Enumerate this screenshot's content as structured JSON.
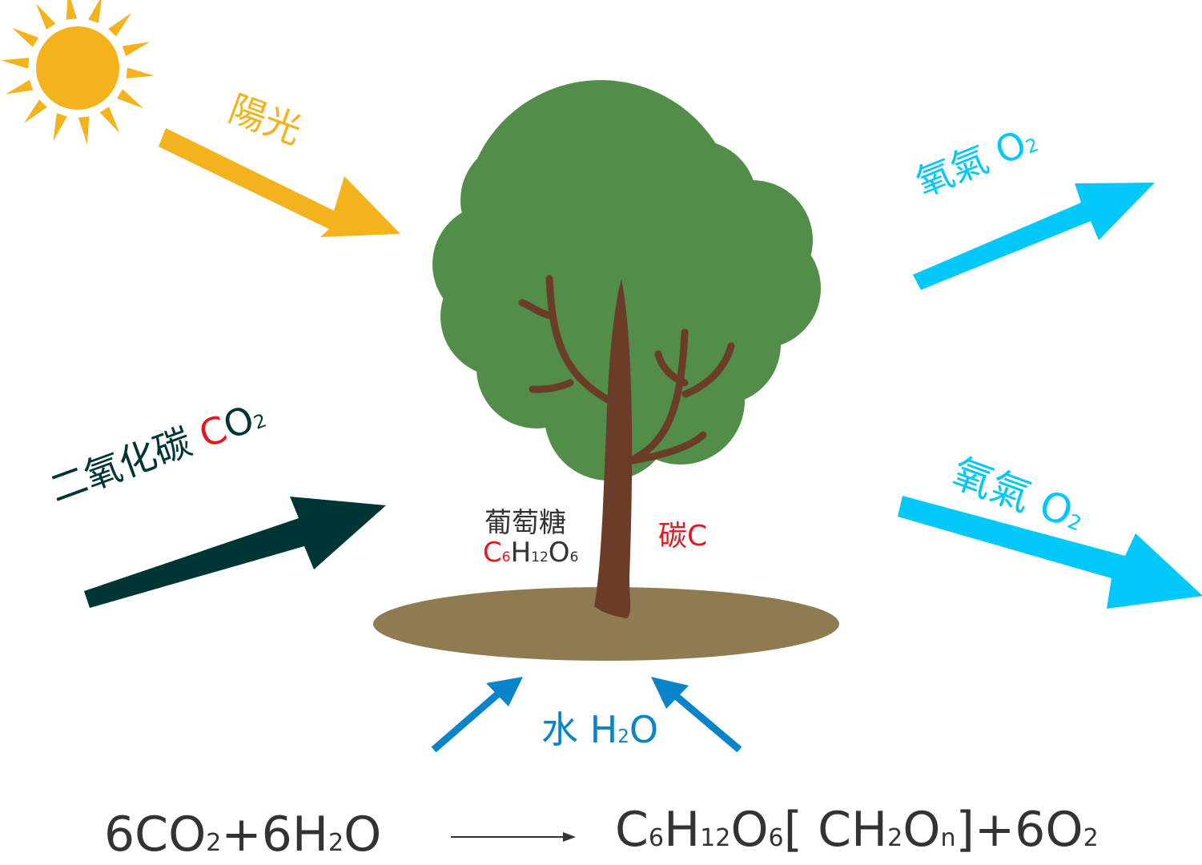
{
  "colors": {
    "sun": "#f4b21c",
    "co2_arrow": "#003535",
    "oxygen": "#00c8f8",
    "water": "#0a84c8",
    "carbon_red": "#e3191f",
    "canopy": "#528d4a",
    "trunk": "#6b3d28",
    "ground": "#8f7b52",
    "text_dark": "#333333"
  },
  "icons": {
    "sun": "sun-icon",
    "tree": "tree-icon"
  },
  "labels": {
    "sunlight": "陽光",
    "co2_prefix": "二氧化碳",
    "co2_c": "C",
    "co2_o": "O",
    "co2_sub": "2",
    "oxygen_top": "氧氣",
    "oxygen_top_o": "O",
    "oxygen_top_sub": "2",
    "oxygen_bottom": "氧氣",
    "oxygen_bottom_o": "O",
    "oxygen_bottom_sub": "2",
    "water": "水",
    "water_h": "H",
    "water_sub": "2",
    "water_o": "O",
    "glucose": "葡萄糖",
    "glucose_c": "C",
    "glucose_c_sub": "6",
    "glucose_h": "H",
    "glucose_h_sub": "12",
    "glucose_o": "O",
    "glucose_o_sub": "6",
    "carbon": "碳C"
  },
  "equation": {
    "left_a": "6CO",
    "left_a_sub": "2",
    "left_b": "+6H",
    "left_b_sub": "2",
    "left_c": "O",
    "right_a": "C",
    "right_a_sub": "6",
    "right_b": "H",
    "right_b_sub": "12",
    "right_c": "O",
    "right_c_sub": "6",
    "right_d": "[ CH",
    "right_d_sub": "2",
    "right_e": "O",
    "right_e_sub": "n",
    "right_f": "]+6O",
    "right_f_sub": "2"
  }
}
